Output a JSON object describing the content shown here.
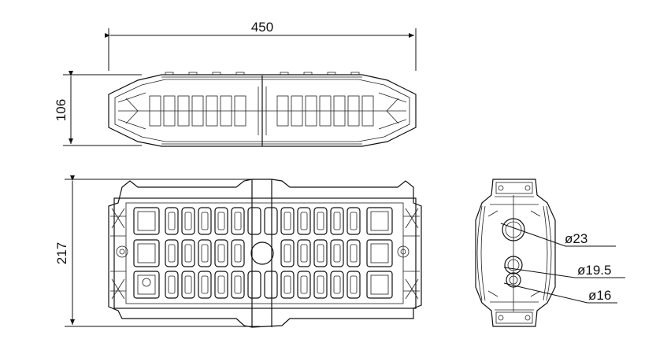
{
  "dimensions": {
    "top_width": "450",
    "top_height": "106",
    "plan_height": "217"
  },
  "ports": [
    {
      "label": "ø23"
    },
    {
      "label": "ø19.5"
    },
    {
      "label": "ø16"
    }
  ]
}
